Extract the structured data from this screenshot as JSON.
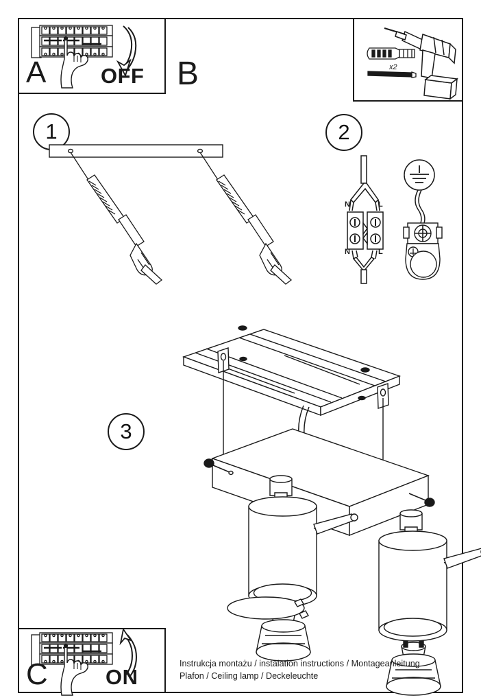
{
  "document": {
    "type": "assembly-instruction-sheet",
    "caption_line1": "Instrukcja montażu / instalation instructions / Montageanleitung",
    "caption_line2": "Plafon / Ceiling lamp / Deckeleuchte"
  },
  "panels": {
    "a": {
      "letter": "A",
      "action_label": "OFF",
      "icon": "breaker-panel-icon",
      "hand": "hand-pointing-icon",
      "arrow": "arrow-down-curved-icon"
    },
    "b": {
      "letter": "B",
      "quantity_label": "x2",
      "icon": "power-drill-icon",
      "parts": [
        "wall-plug-icon",
        "screw-icon"
      ]
    },
    "c": {
      "letter": "C",
      "action_label": "ON",
      "icon": "breaker-panel-icon",
      "hand": "hand-pointing-icon",
      "arrow": "arrow-up-curved-icon"
    }
  },
  "steps": [
    {
      "number": "1",
      "name": "mount-bracket-step",
      "icon": "mounting-bar-icon"
    },
    {
      "number": "2",
      "name": "wiring-step",
      "icon": "terminal-block-icon"
    },
    {
      "number": "3",
      "name": "assemble-lamp-step",
      "icon": "ceiling-lamp-icon"
    }
  ],
  "wiring": {
    "terminal_top_left": "N",
    "terminal_top_right": "L",
    "terminal_bottom_left": "N",
    "terminal_bottom_right": "L",
    "earth_symbol": "earth-ground-icon",
    "earth_terminal": "earth-terminal-icon"
  },
  "colors": {
    "line": "#1a1a1a",
    "background": "#ffffff"
  }
}
